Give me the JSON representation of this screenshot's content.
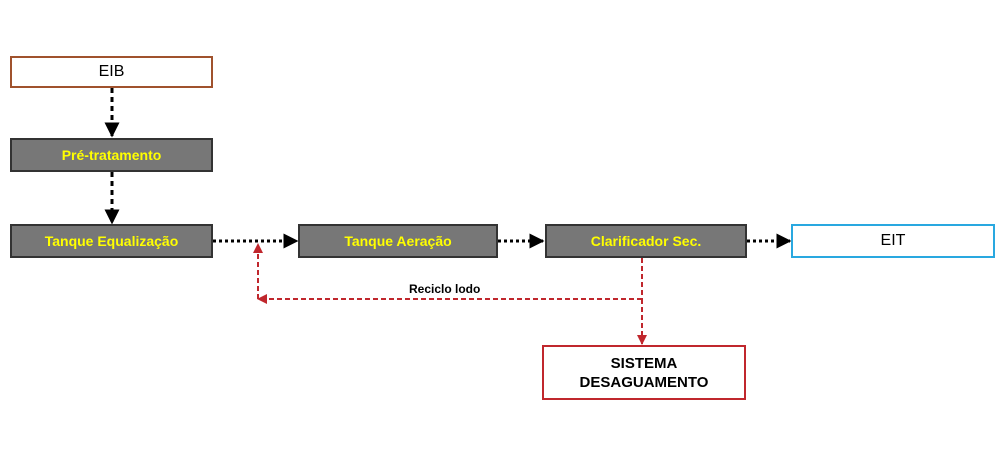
{
  "nodes": {
    "eib": "EIB",
    "pretreatment": "Pré-tratamento",
    "equalization_tank": "Tanque Equalização",
    "aeration_tank": "Tanque Aeração",
    "secondary_clarifier": "Clarificador Sec.",
    "eit": "EIT",
    "dewatering_line1": "SISTEMA",
    "dewatering_line2": "DESAGUAMENTO"
  },
  "edge_labels": {
    "sludge_recycle": "Reciclo lodo"
  },
  "colors": {
    "process_fill": "#777777",
    "process_text": "#ffff00",
    "input_border": "#a0522d",
    "output_border": "#29a8e0",
    "dewatering_border": "#c0272d",
    "main_flow": "#000000",
    "sludge_flow": "#c0272d"
  }
}
